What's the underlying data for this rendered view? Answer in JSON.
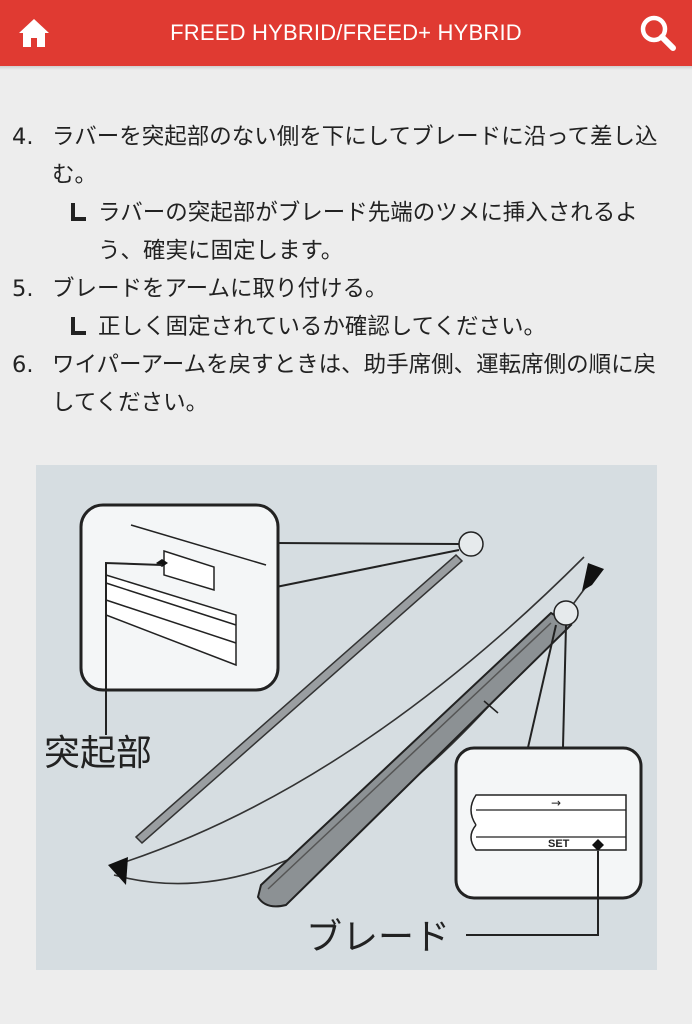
{
  "header": {
    "title": "FREED HYBRID/FREED+ HYBRID",
    "home_icon": "home-icon",
    "search_icon": "search-icon",
    "bar_color": "#e03a32"
  },
  "steps": [
    {
      "number": "4.",
      "text": "ラバーを突起部のない側を下にしてブレードに沿って差し込む。",
      "note": "ラバーの突起部がブレード先端のツメに挿入されるよう、確実に固定します。"
    },
    {
      "number": "5.",
      "text": "ブレードをアームに取り付ける。",
      "note": "正しく固定されているか確認してください。"
    },
    {
      "number": "6.",
      "text": "ワイパーアームを戻すときは、助手席側、運転席側の順に戻してください。"
    }
  ],
  "figure": {
    "label_protrusion": "突起部",
    "label_blade": "ブレード",
    "set_text": "SET",
    "arrow_text": "→"
  }
}
